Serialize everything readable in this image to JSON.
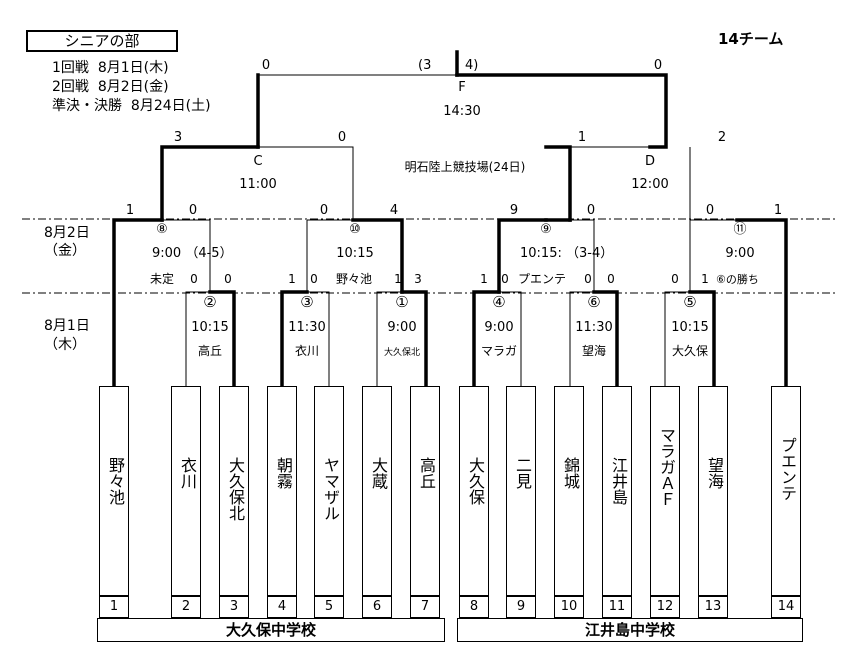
{
  "header": {
    "division": "シニアの部",
    "team_count": "14チーム",
    "schedule": [
      {
        "round": "1回戦",
        "date": "8月1日(木)"
      },
      {
        "round": "2回戦",
        "date": "8月2日(金)"
      },
      {
        "round": "準決・決勝",
        "date": "8月24日(土)"
      }
    ],
    "venue_note": "明石陸上競技場(24日)"
  },
  "date_labels": {
    "day2": "8月2日",
    "day2_wd": "（金）",
    "day1": "8月1日",
    "day1_wd": "（木）"
  },
  "teams": [
    "野々池",
    "衣川",
    "大久保北",
    "朝霧",
    "ヤマザル",
    "大蔵",
    "高丘",
    "大久保",
    "二見",
    "錦城",
    "江井島",
    "マラガＡＦ",
    "望海",
    "プエンテ"
  ],
  "team_numbers": [
    "1",
    "2",
    "3",
    "4",
    "5",
    "6",
    "7",
    "8",
    "9",
    "10",
    "11",
    "12",
    "13",
    "14"
  ],
  "venues": {
    "left": "大久保中学校",
    "right": "江井島中学校"
  },
  "round1": [
    {
      "id": "②",
      "time": "10:15",
      "winner": "高丘",
      "sl": "0",
      "sr": "0"
    },
    {
      "id": "③",
      "time": "11:30",
      "winner": "衣川",
      "sl": "1",
      "sr": "0"
    },
    {
      "id": "①",
      "time": "9:00",
      "winner": "大久保北",
      "sl": "1",
      "sr": "3"
    },
    {
      "id": "④",
      "time": "9:00",
      "winner": "マラガ",
      "sl": "1",
      "sr": "0"
    },
    {
      "id": "⑥",
      "time": "11:30",
      "winner": "望海",
      "sl": "0",
      "sr": "0"
    },
    {
      "id": "⑤",
      "time": "10:15",
      "winner": "大久保",
      "sl": "0",
      "sr": "1"
    }
  ],
  "round2": [
    {
      "id": "⑧",
      "time": "9:00",
      "pk": "（4-5）",
      "winner": "未定",
      "sl": "1",
      "sr": "0"
    },
    {
      "id": "⑩",
      "time": "10:15",
      "pk": "",
      "winner": "野々池",
      "sl": "0",
      "sr": "4"
    },
    {
      "id": "⑨",
      "time": "10:15:",
      "pk": "（3-4）",
      "winner": "プエンテ",
      "sl": "9",
      "sr": "0"
    },
    {
      "id": "⑪",
      "time": "9:00",
      "pk": "",
      "winner": "⑥の勝ち",
      "sl": "0",
      "sr": "1"
    }
  ],
  "semis": [
    {
      "id": "C",
      "time": "11:00",
      "sl": "3",
      "sr": "0"
    },
    {
      "id": "D",
      "time": "12:00",
      "sl": "1",
      "sr": "2"
    }
  ],
  "final": {
    "id": "F",
    "time": "14:30",
    "sl": "0",
    "sr": "0",
    "pk_l": "(3",
    "pk_r": "4)"
  }
}
